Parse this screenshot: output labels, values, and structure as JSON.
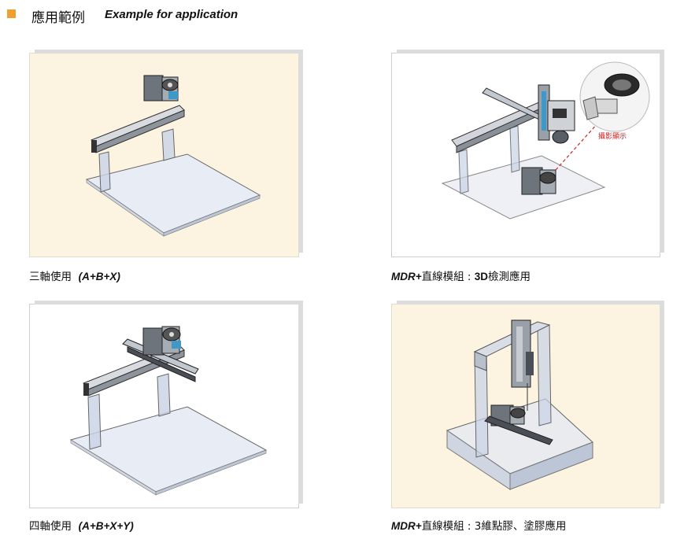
{
  "header": {
    "title_zh": "應用範例",
    "title_en": "Example for application",
    "bullet_color": "#f0a030"
  },
  "examples": [
    {
      "caption_zh": "三軸使用",
      "caption_formula": "(A+B+X)",
      "background": "#fcf4e0"
    },
    {
      "caption_prefix": "MDR+",
      "caption_zh": "直線模組 : ",
      "caption_bold": "3D",
      "caption_tail": "檢測應用",
      "callout": "攝影顯示",
      "callout_color": "#cc2222",
      "background": "#ffffff"
    },
    {
      "caption_zh": "四軸使用",
      "caption_formula": "(A+B+X+Y)",
      "background": "#ffffff"
    },
    {
      "caption_prefix": "MDR+",
      "caption_zh": "直線模組 : ",
      "caption_tail": "3維點膠、塗膠應用",
      "background": "#fcf4e0"
    }
  ]
}
